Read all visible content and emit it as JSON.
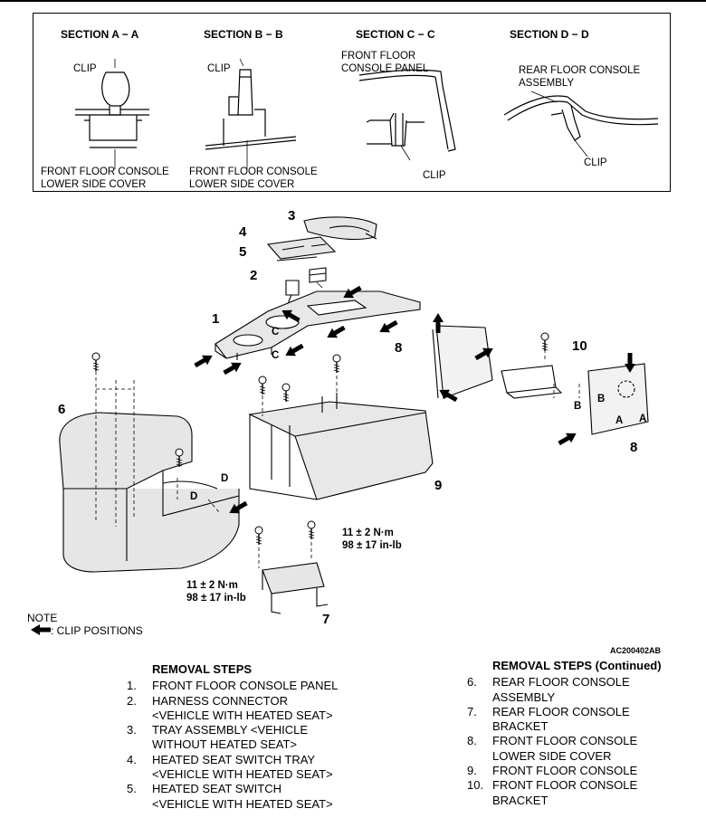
{
  "sections": [
    {
      "title": "SECTION A − A",
      "labels": [
        "CLIP",
        "FRONT FLOOR CONSOLE",
        "LOWER SIDE COVER"
      ]
    },
    {
      "title": "SECTION B − B",
      "labels": [
        "CLIP",
        "FRONT FLOOR CONSOLE",
        "LOWER SIDE COVER"
      ]
    },
    {
      "title": "SECTION C − C",
      "labels": [
        "FRONT FLOOR",
        "CONSOLE PANEL",
        "CLIP"
      ]
    },
    {
      "title": "SECTION D − D",
      "labels": [
        "REAR FLOOR CONSOLE",
        "ASSEMBLY",
        "CLIP"
      ]
    }
  ],
  "callouts": [
    "1",
    "2",
    "3",
    "4",
    "5",
    "6",
    "7",
    "8",
    "8",
    "9",
    "10"
  ],
  "view_letters": {
    "c1": "C",
    "c2": "C",
    "d1": "D",
    "d2": "D",
    "b1": "B",
    "b2": "B",
    "a1": "A",
    "a2": "A"
  },
  "torque": [
    {
      "line1": "11 ± 2 N·m",
      "line2": "98 ± 17 in-lb"
    },
    {
      "line1": "11 ± 2 N·m",
      "line2": "98 ± 17 in-lb"
    }
  ],
  "note": {
    "title": "NOTE",
    "legend": ": CLIP POSITIONS"
  },
  "figure_code": "AC200402AB",
  "removal_steps": {
    "heading": "REMOVAL STEPS",
    "items": [
      {
        "n": "1.",
        "lines": [
          "FRONT FLOOR CONSOLE PANEL"
        ]
      },
      {
        "n": "2.",
        "lines": [
          "HARNESS CONNECTOR",
          "<VEHICLE WITH HEATED SEAT>"
        ]
      },
      {
        "n": "3.",
        "lines": [
          "TRAY ASSEMBLY <VEHICLE",
          "WITHOUT HEATED SEAT>"
        ]
      },
      {
        "n": "4.",
        "lines": [
          "HEATED SEAT SWITCH TRAY",
          "<VEHICLE WITH HEATED SEAT>"
        ]
      },
      {
        "n": "5.",
        "lines": [
          "HEATED SEAT SWITCH",
          "<VEHICLE WITH HEATED SEAT>"
        ]
      }
    ]
  },
  "removal_steps_continued": {
    "heading": "REMOVAL STEPS (Continued)",
    "items": [
      {
        "n": "6.",
        "lines": [
          "REAR FLOOR CONSOLE",
          "ASSEMBLY"
        ]
      },
      {
        "n": "7.",
        "lines": [
          "REAR FLOOR CONSOLE",
          "BRACKET"
        ]
      },
      {
        "n": "8.",
        "lines": [
          "FRONT FLOOR CONSOLE",
          "LOWER SIDE COVER"
        ]
      },
      {
        "n": "9.",
        "lines": [
          "FRONT FLOOR CONSOLE"
        ]
      },
      {
        "n": "10.",
        "lines": [
          "FRONT FLOOR CONSOLE",
          "BRACKET"
        ]
      }
    ]
  }
}
